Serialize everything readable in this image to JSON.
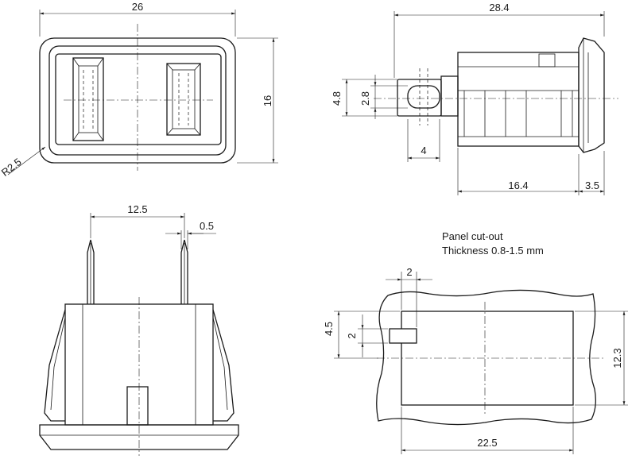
{
  "front_view": {
    "dims": {
      "width": "26",
      "height": "16",
      "radius": "R2.5"
    }
  },
  "side_view": {
    "dims": {
      "overall": "28.4",
      "pin_height_outer": "4.8",
      "pin_height_inner": "2.8",
      "pin_width": "4",
      "body_length": "16.4",
      "flange": "3.5"
    }
  },
  "bottom_view": {
    "dims": {
      "pin_spacing": "12.5",
      "pin_thickness": "0.5"
    }
  },
  "cutout_view": {
    "title_line1": "Panel cut-out",
    "title_line2": "Thickness 0.8-1.5 mm",
    "dims": {
      "notch_width": "2",
      "notch_offset": "4.5",
      "notch_height": "2",
      "height": "12.3",
      "width": "22.5"
    }
  }
}
